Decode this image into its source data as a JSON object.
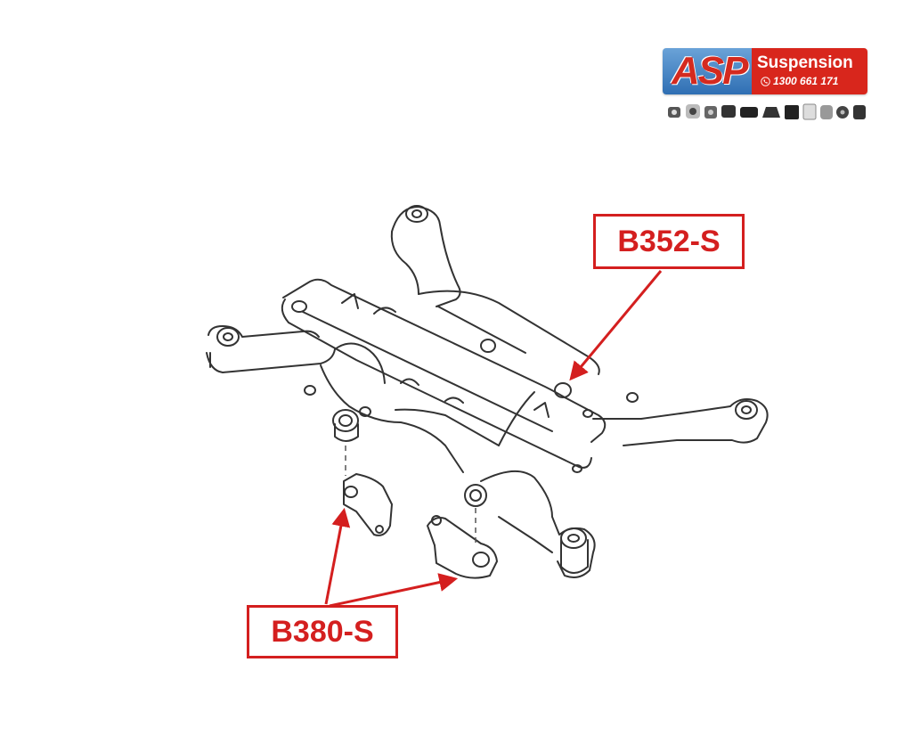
{
  "logo": {
    "brand_letters": "ASP",
    "brand_name": "Suspension",
    "phone": "1300 661 171",
    "icons": [
      "phone-icon",
      "bushing-icon"
    ]
  },
  "callouts": [
    {
      "id": "b352",
      "label": "B352-S"
    },
    {
      "id": "b380",
      "label": "B380-S"
    }
  ],
  "colors": {
    "callout_red": "#d41f1f",
    "line_drawing": "#333333",
    "logo_blue": "#2f6fb3",
    "logo_red": "#d8261c"
  }
}
